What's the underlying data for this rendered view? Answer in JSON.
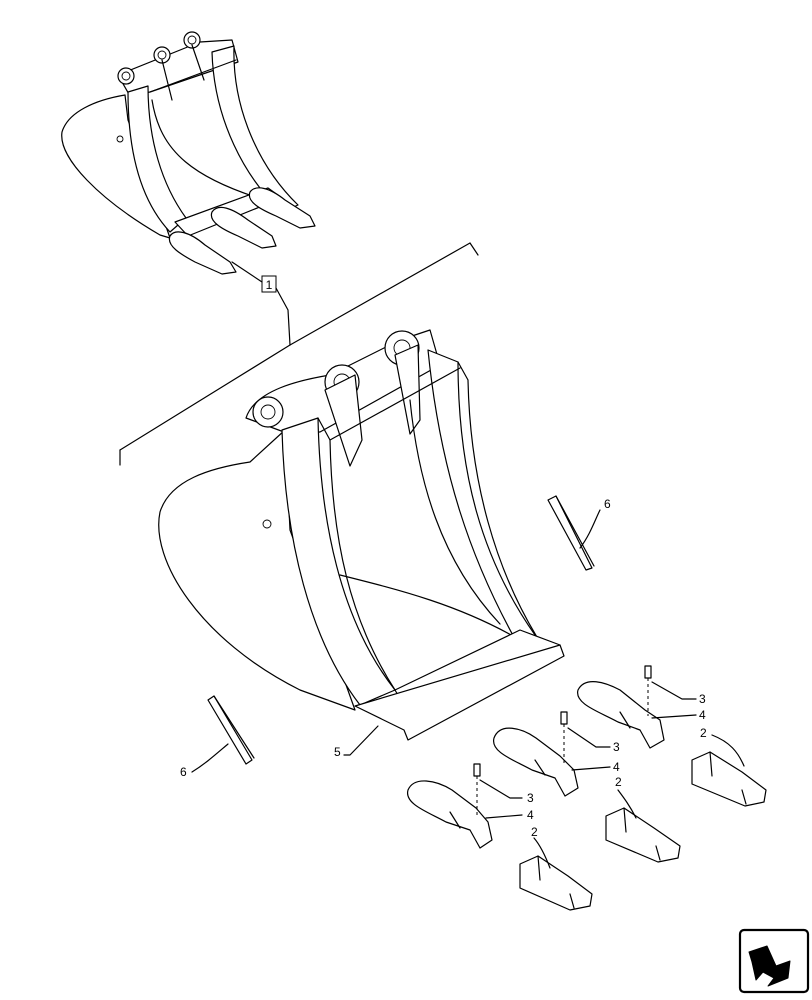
{
  "callouts": {
    "assembly": "1",
    "tooth": "2",
    "pin": "3",
    "adapter": "4",
    "cutting_edge": "5",
    "side_cutter": "6"
  },
  "icons": {
    "nav": "next-page-arrow-icon"
  }
}
